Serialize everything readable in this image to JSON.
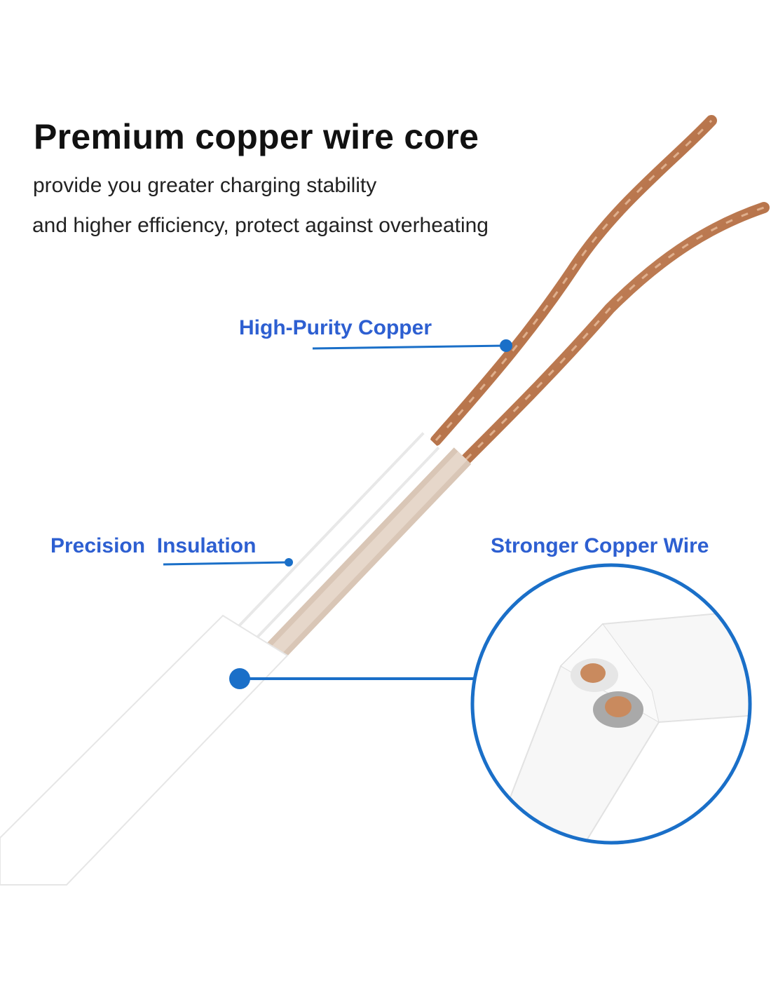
{
  "header": {
    "title": "Premium copper wire core",
    "subtitle_line1": "provide you greater charging stability",
    "subtitle_line2": "and higher efficiency, protect against overheating"
  },
  "callouts": {
    "copper": "High-Purity Copper",
    "insulation": "Precision  Insulation",
    "stronger": "Stronger Copper Wire"
  },
  "colors": {
    "accent_blue": "#1a6fc8",
    "label_blue": "#2d5fd1",
    "copper": "#c98a5e",
    "cable_white": "#ffffff"
  }
}
